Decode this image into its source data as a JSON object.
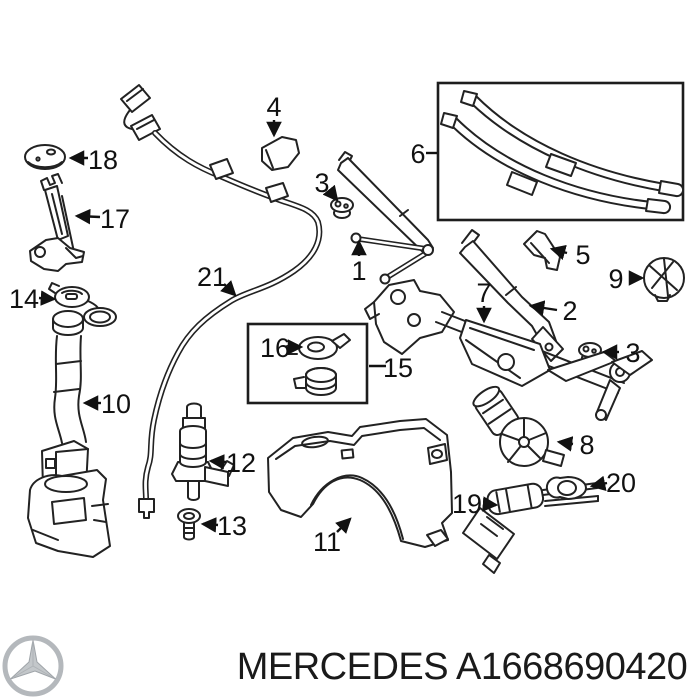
{
  "diagram": {
    "type": "exploded-parts-diagram",
    "background": "#ffffff",
    "line_color": "#222222"
  },
  "callouts": [
    {
      "number": "1"
    },
    {
      "number": "2"
    },
    {
      "number": "3"
    },
    {
      "number": "3"
    },
    {
      "number": "4"
    },
    {
      "number": "5"
    },
    {
      "number": "6"
    },
    {
      "number": "7"
    },
    {
      "number": "8"
    },
    {
      "number": "9"
    },
    {
      "number": "10"
    },
    {
      "number": "11"
    },
    {
      "number": "12"
    },
    {
      "number": "13"
    },
    {
      "number": "14"
    },
    {
      "number": "15"
    },
    {
      "number": "16"
    },
    {
      "number": "17"
    },
    {
      "number": "18"
    },
    {
      "number": "19"
    },
    {
      "number": "20"
    },
    {
      "number": "21"
    }
  ],
  "footer": {
    "text": "MERCEDES A1668690420",
    "brand": "MERCEDES",
    "part_number": "A1668690420",
    "logo": "mercedes-three-pointed-star",
    "logo_color": "#b4b8bc"
  }
}
